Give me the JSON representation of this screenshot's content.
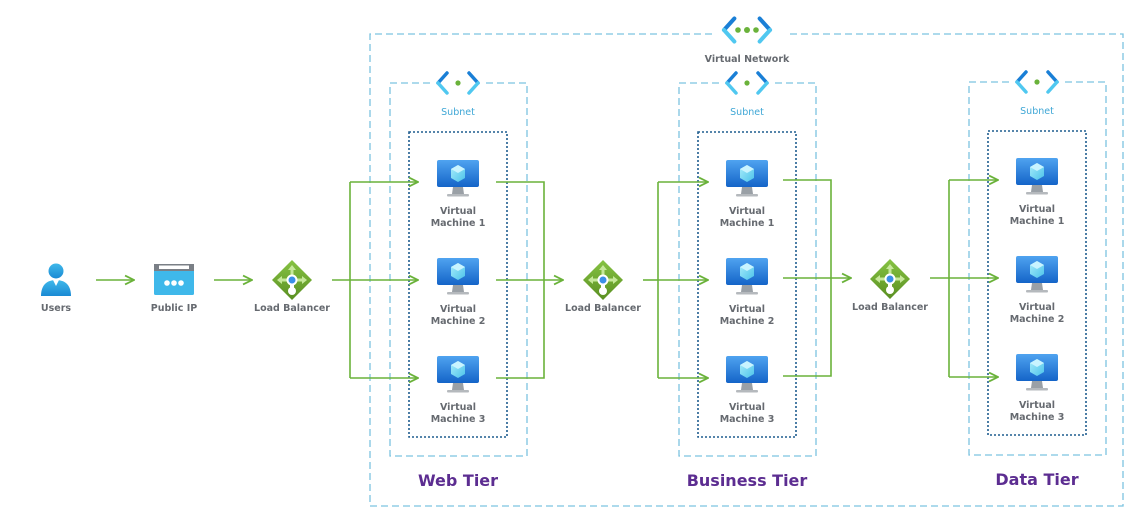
{
  "diagram": {
    "virtual_network": {
      "label": "Virtual Network",
      "icon": "virtual-network-icon"
    },
    "external": [
      {
        "id": "users",
        "label": "Users",
        "icon": "user-icon"
      },
      {
        "id": "public-ip",
        "label": "Public IP",
        "icon": "public-ip-icon"
      },
      {
        "id": "lb-web",
        "label": "Load Balancer",
        "icon": "load-balancer-icon"
      }
    ],
    "tiers": [
      {
        "name": "Web Tier",
        "subnet_label": "Subnet",
        "vms": [
          {
            "line1": "Virtual",
            "line2": "Machine 1"
          },
          {
            "line1": "Virtual",
            "line2": "Machine 2"
          },
          {
            "line1": "Virtual",
            "line2": "Machine 3"
          }
        ]
      },
      {
        "name": "Business Tier",
        "subnet_label": "Subnet",
        "vms": [
          {
            "line1": "Virtual",
            "line2": "Machine 1"
          },
          {
            "line1": "Virtual",
            "line2": "Machine 2"
          },
          {
            "line1": "Virtual",
            "line2": "Machine 3"
          }
        ]
      },
      {
        "name": "Data Tier",
        "subnet_label": "Subnet",
        "vms": [
          {
            "line1": "Virtual",
            "line2": "Machine 1"
          },
          {
            "line1": "Virtual",
            "line2": "Machine 2"
          },
          {
            "line1": "Virtual",
            "line2": "Machine 3"
          }
        ]
      }
    ],
    "load_balancers": [
      {
        "label": "Load Balancer"
      },
      {
        "label": "Load Balancer"
      }
    ],
    "colors": {
      "connector": "#6ab23a",
      "tier_label": "#5c2d91",
      "subnet_label": "#3fa7d6",
      "vnet_border": "#7cc4e0",
      "vm_group_border": "#1f5d8f"
    }
  }
}
